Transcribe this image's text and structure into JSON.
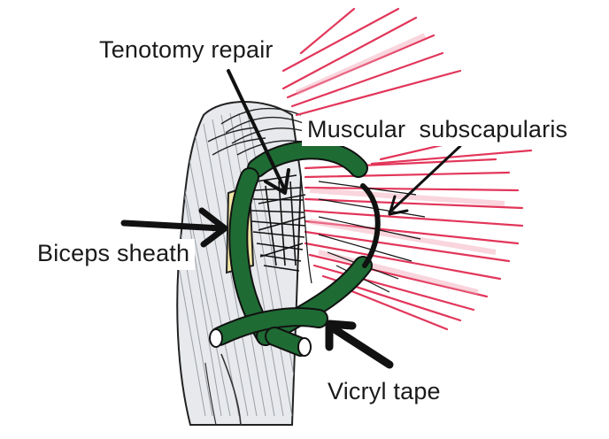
{
  "labels": {
    "tenotomy_repair": "Tenotomy repair",
    "muscular_subscapularis": "Muscular  subscapularis",
    "biceps_sheath": "Biceps sheath",
    "vicryl_tape": "Vicryl tape"
  },
  "colors": {
    "bone_gray": "#cfd3d8",
    "muscle_red": "#e2365a",
    "tape_green": "#1f6b34",
    "sheath_yellow": "#f3e7a6",
    "ink": "#111111"
  }
}
